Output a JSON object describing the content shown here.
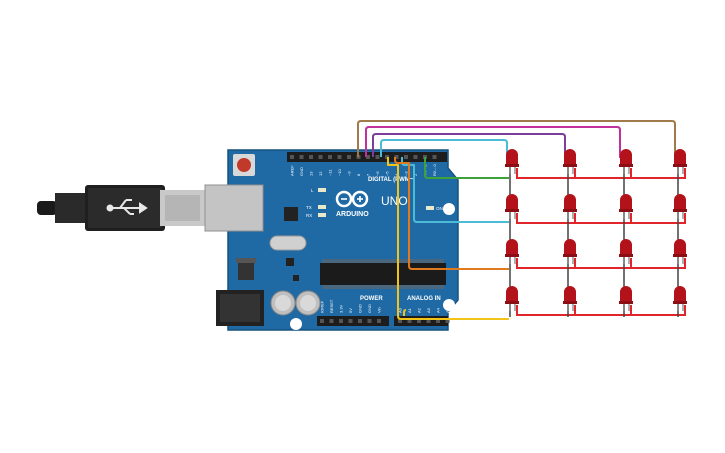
{
  "board": {
    "brand": "ARDUINO",
    "model": "UNO",
    "digital_header_label": "DIGITAL (PWM~)",
    "power_label": "POWER",
    "analog_label": "ANALOG IN",
    "on_label": "ON",
    "led_l_label": "L",
    "led_tx_label": "TX",
    "led_rx_label": "RX",
    "digital_pins": [
      "AREF",
      "GND",
      "13",
      "12",
      "~11",
      "~10",
      "~9",
      "8",
      "7",
      "~6",
      "~5",
      "4",
      "~3",
      "2",
      "TX→1",
      "RX←0"
    ],
    "power_pins": [
      "IOREF",
      "RESET",
      "3.3V",
      "5V",
      "GND",
      "GND",
      "Vin"
    ],
    "analog_pins": [
      "A0",
      "A1",
      "A2",
      "A3",
      "A4",
      "A5"
    ]
  },
  "colors": {
    "board": "#1f6aa5",
    "board_dark": "#17527f",
    "led": "#b3121a",
    "wire_red": "#e0262b",
    "wire_brown": "#a07a4a",
    "wire_pink": "#c2309b",
    "wire_purple": "#7d3d9c",
    "wire_cyan": "#4bbbd6",
    "wire_green": "#3ca33a",
    "wire_orange": "#e07a1c",
    "wire_yellow": "#f0c419"
  },
  "led_matrix": {
    "rows": 4,
    "columns": 4
  },
  "icons": {
    "usb_cable": "usb-cable-icon",
    "usb_symbol": "usb-symbol-icon",
    "arduino_logo": "arduino-infinity-logo"
  }
}
